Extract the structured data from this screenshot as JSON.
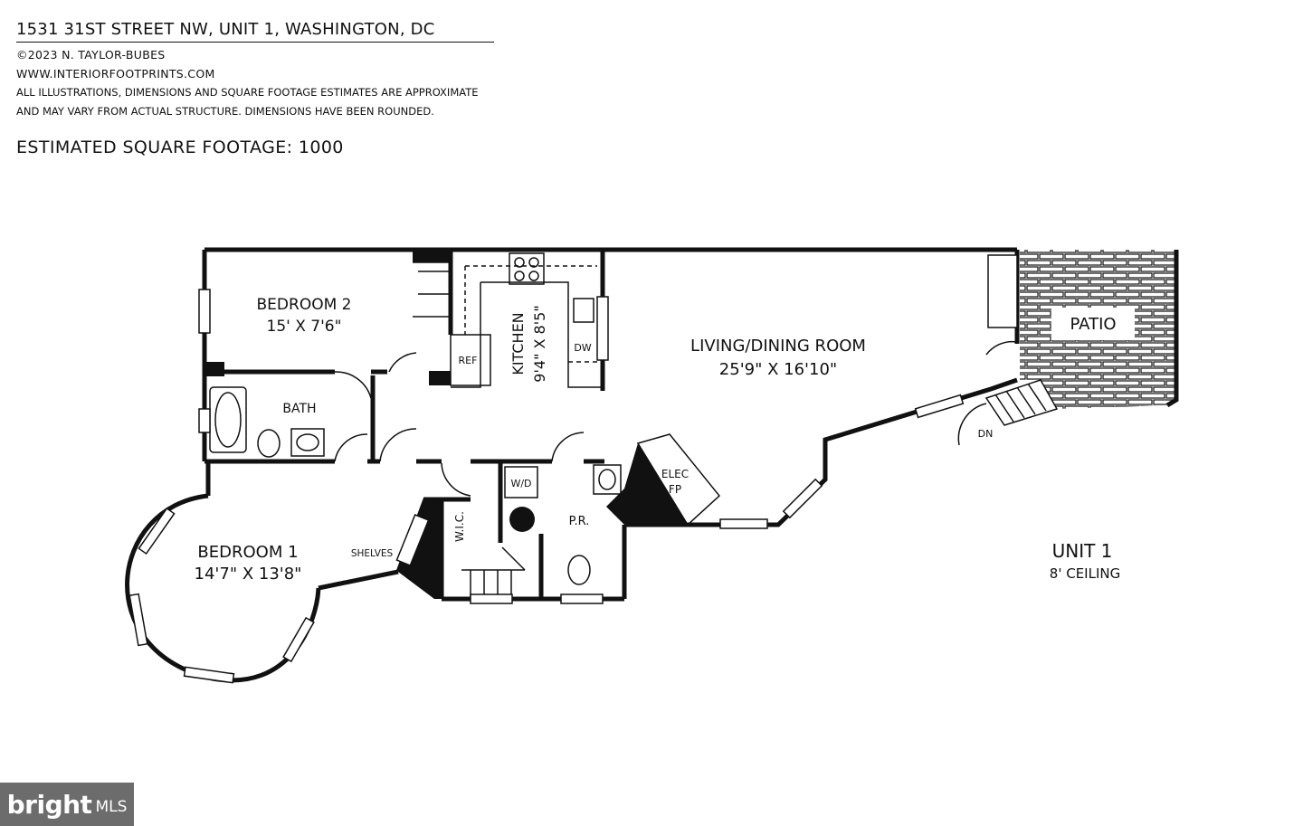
{
  "header": {
    "title": "1531 31ST STREET NW, UNIT 1, WASHINGTON, DC",
    "copyright": "©2023 N. TAYLOR-BUBES",
    "website": "WWW.INTERIORFOOTPRINTS.COM",
    "disclaimer_line1": "ALL ILLUSTRATIONS, DIMENSIONS AND SQUARE FOOTAGE ESTIMATES ARE APPROXIMATE",
    "disclaimer_line2": "AND MAY VARY FROM ACTUAL STRUCTURE. DIMENSIONS HAVE BEEN ROUNDED.",
    "sqft": "ESTIMATED SQUARE FOOTAGE: 1000"
  },
  "rooms": {
    "bedroom2": {
      "name": "BEDROOM 2",
      "dims": "15' X 7'6\""
    },
    "kitchen": {
      "name": "KITCHEN",
      "dims": "9'4\" X 8'5\""
    },
    "living": {
      "name": "LIVING/DINING ROOM",
      "dims": "25'9\" X 16'10\""
    },
    "patio": "PATIO",
    "bath": "BATH",
    "bedroom1": {
      "name": "BEDROOM 1",
      "dims": "14'7\" X 13'8\""
    },
    "wic": "W.I.C.",
    "pr": "P.R.",
    "wd": "W/D",
    "elec": "ELEC",
    "fp": "FP",
    "ref": "REF",
    "dw": "DW",
    "shelves": "SHELVES",
    "dn": "DN"
  },
  "unit": {
    "name": "UNIT 1",
    "ceiling": "8' CEILING"
  },
  "logo": {
    "brand": "bright",
    "suffix": "MLS"
  }
}
